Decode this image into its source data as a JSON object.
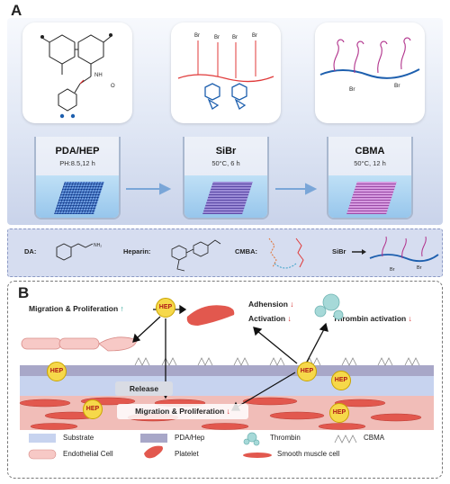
{
  "panel_a": {
    "letter": "A",
    "beakers": [
      {
        "label": "PDA/HEP",
        "conditions": "PH:8.5,12 h"
      },
      {
        "label": "SiBr",
        "conditions": "50°C,   6 h"
      },
      {
        "label": "CBMA",
        "conditions": "50°C,   12 h"
      }
    ],
    "bubble_labels": {
      "br": "Br",
      "nh": "NH",
      "o": "O"
    },
    "strip": {
      "da": "DA:",
      "heparin": "Heparin:",
      "cmba": "CMBA:",
      "sibr": "SiBr",
      "nh2": "NH₂"
    }
  },
  "panel_b": {
    "letter": "B",
    "labels": {
      "migration_top": "Migration & Proliferation",
      "adhesion": "Adhension",
      "activation": "Activation",
      "thrombin_activation": "Thrombin activation",
      "release": "Release",
      "migration_bottom": "Migration & Proliferation",
      "hep": "HEP"
    },
    "legend": {
      "substrate": "Substrate",
      "pda_hep": "PDA/Hep",
      "thrombin": "Thrombin",
      "cbma": "CBMA",
      "endothelial": "Endothelial Cell",
      "platelet": "Platelet",
      "smooth_muscle": "Smooth muscle cell"
    },
    "arrows": {
      "up": "↑",
      "down": "↓"
    }
  },
  "colors": {
    "endothelial": "#f7c9c6",
    "smooth_muscle": "#e2584e",
    "pda_hep": "#a8a7c8",
    "substrate": "#c7d3ef",
    "hep_fill": "#f6d84a"
  }
}
